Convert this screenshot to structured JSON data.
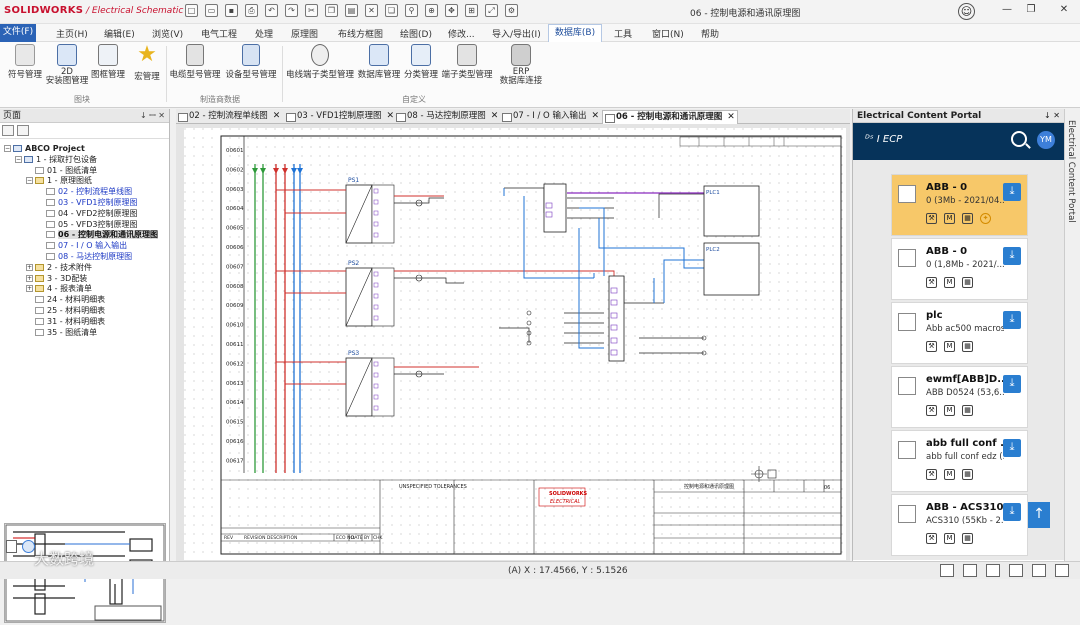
{
  "app": {
    "logo": "SOLIDWORKS",
    "title": "Electrical Schematic",
    "document_title": "06 - 控制电源和通讯原理图"
  },
  "menu": [
    "文件(F)",
    "主页(H)",
    "编辑(E)",
    "浏览(V)",
    "电气工程",
    "处理",
    "原理图",
    "布线方框图",
    "绘图(D)",
    "修改...",
    "导入/导出(I)",
    "数据库(B)",
    "工具",
    "窗口(N)",
    "帮助"
  ],
  "ribbon": {
    "buttons": [
      {
        "label": "符号管理",
        "icon": "symbol-icon"
      },
      {
        "label": "2D\n安装图管理",
        "icon": "2d-footprint-icon"
      },
      {
        "label": "图框管理",
        "icon": "title-block-icon"
      },
      {
        "label": "宏管理",
        "icon": "macro-icon"
      },
      {
        "label": "电缆型号管理",
        "icon": "cable-icon"
      },
      {
        "label": "设备型号管理",
        "icon": "device-icon"
      },
      {
        "label": "电线端子类型管理",
        "icon": "wire-terminal-icon"
      },
      {
        "label": "数据库管理",
        "icon": "database-icon"
      },
      {
        "label": "分类管理",
        "icon": "category-icon"
      },
      {
        "label": "端子类型管理",
        "icon": "terminal-icon"
      },
      {
        "label": "ERP\n数据库连接",
        "icon": "erp-icon"
      }
    ],
    "groups": [
      "图块",
      "制造商数据",
      "自定义"
    ]
  },
  "left_panel": {
    "title": "页面",
    "tree": [
      {
        "indent": 0,
        "exp": "−",
        "kind": "scheme",
        "text": "ABCO Project",
        "style": "bold"
      },
      {
        "indent": 1,
        "exp": "−",
        "kind": "scheme",
        "text": "1 - 採取打包设备"
      },
      {
        "indent": 2,
        "exp": "",
        "kind": "file",
        "text": "01 - 图纸清单"
      },
      {
        "indent": 2,
        "exp": "−",
        "kind": "folder",
        "text": "1 - 原理图纸"
      },
      {
        "indent": 3,
        "exp": "",
        "kind": "file",
        "text": "02 - 控制流程单线图",
        "style": "blue"
      },
      {
        "indent": 3,
        "exp": "",
        "kind": "file",
        "text": "03 - VFD1控制原理图",
        "style": "blue"
      },
      {
        "indent": 3,
        "exp": "",
        "kind": "file",
        "text": "04 - VFD2控制原理图"
      },
      {
        "indent": 3,
        "exp": "",
        "kind": "file",
        "text": "05 - VFD3控制原理图"
      },
      {
        "indent": 3,
        "exp": "",
        "kind": "file",
        "text": "06 - 控制电源和通讯原理图",
        "style": "sel"
      },
      {
        "indent": 3,
        "exp": "",
        "kind": "file",
        "text": "07 - I / O 输入输出",
        "style": "blue"
      },
      {
        "indent": 3,
        "exp": "",
        "kind": "file",
        "text": "08 - 马达控制原理图",
        "style": "blue"
      },
      {
        "indent": 2,
        "exp": "+",
        "kind": "folder",
        "text": "2 - 技术附件"
      },
      {
        "indent": 2,
        "exp": "+",
        "kind": "folder",
        "text": "3 - 3D配装"
      },
      {
        "indent": 2,
        "exp": "+",
        "kind": "folder",
        "text": "4 - 报表清单"
      },
      {
        "indent": 2,
        "exp": "",
        "kind": "file",
        "text": "24 - 材料明细表"
      },
      {
        "indent": 2,
        "exp": "",
        "kind": "file",
        "text": "25 - 材料明细表"
      },
      {
        "indent": 2,
        "exp": "",
        "kind": "file",
        "text": "31 - 材料明细表"
      },
      {
        "indent": 2,
        "exp": "",
        "kind": "file",
        "text": "35 - 图纸清单"
      }
    ]
  },
  "tabs": [
    {
      "label": "02 - 控制流程单线图",
      "active": false
    },
    {
      "label": "03 - VFD1控制原理图",
      "active": false
    },
    {
      "label": "08 - 马达控制原理图",
      "active": false
    },
    {
      "label": "07 - I / O 输入输出",
      "active": false
    },
    {
      "label": "06 - 控制电源和通讯原理图",
      "active": true
    }
  ],
  "drawing": {
    "row_labels": [
      "00601",
      "00602",
      "00603",
      "00604",
      "00605",
      "00606",
      "00607",
      "00608",
      "00609",
      "00610",
      "00611",
      "00612",
      "00613",
      "00614",
      "00615",
      "00616",
      "00617"
    ],
    "ps_labels": [
      "PS1",
      "PS2",
      "PS3"
    ],
    "plc_labels": [
      "PLC1",
      "PLC2"
    ],
    "title_block": {
      "tolerances": "UNSPECIFIED TOLERANCES",
      "company_line1": "SOLIDWORKS",
      "company_line2": "ELECTRICAL",
      "revision_header": "REVISION DESCRIPTION",
      "cols": [
        "REV",
        "ECO NO.",
        "DATE",
        "BY",
        "CHK"
      ],
      "sheet_title": "控制电源和通讯原理图",
      "sheet_no": "06"
    }
  },
  "right_panel": {
    "title": "Electrical Content Portal",
    "ecp_label": "I ECP",
    "avatar": "YM",
    "cards": [
      {
        "name": "ABB - 0",
        "desc": "0 (3Mb - 2021/04...",
        "highlight": true
      },
      {
        "name": "ABB - 0",
        "desc": "0 (1,8Mb - 2021/...",
        "highlight": false
      },
      {
        "name": "plc",
        "desc": "Abb ac500 macros...",
        "highlight": false
      },
      {
        "name": "ewmf[ABB]D...",
        "desc": "ABB D0524 (53,6...",
        "highlight": false
      },
      {
        "name": "abb full conf ...",
        "desc": "abb full conf edz (...",
        "highlight": false
      },
      {
        "name": "ABB - ACS310",
        "desc": "ACS310 (55Kb - 2...",
        "highlight": false
      }
    ],
    "vertical_tab": "Electrical Content Portal"
  },
  "status": {
    "coords": "(A) X : 17.4566, Y : 5.1526"
  },
  "watermark": "大数跨境",
  "colors": {
    "file_menu": "#2b63b6",
    "ecp_header": "#06335a",
    "card_highlight": "#f7c869",
    "download_button": "#2a7ed0",
    "wire_red": "#d0312d",
    "wire_blue": "#1f73d6",
    "wire_green": "#2e9a3a",
    "wire_purple": "#8a2bbf"
  }
}
